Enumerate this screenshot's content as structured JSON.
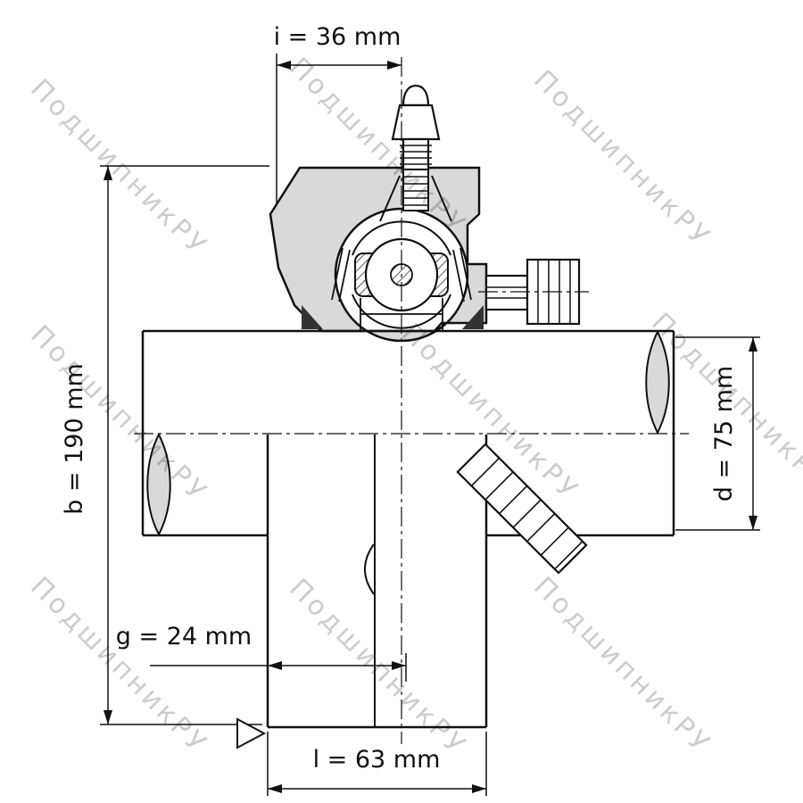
{
  "watermark": {
    "text": "ПодшипникРУ"
  },
  "dimensions": {
    "i": "i = 36 mm",
    "b": "b = 190 mm",
    "d": "d = 75 mm",
    "g": "g = 24 mm",
    "l": "l = 63 mm"
  },
  "colors": {
    "line": "#111111",
    "section_fill": "#d9d9d9",
    "watermark": "#c7c7c7",
    "background": "#ffffff"
  }
}
